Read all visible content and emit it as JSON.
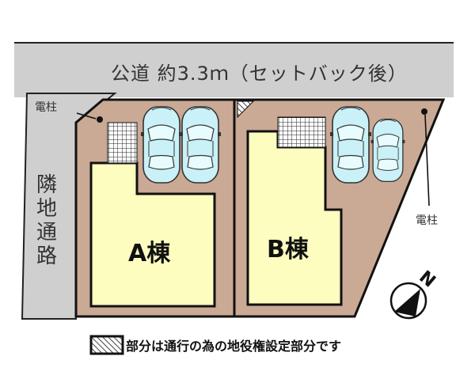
{
  "diagram": {
    "type": "site-plan",
    "road": {
      "label": "公道 約3.3ｍ（セットバック後）",
      "width_m": 3.3
    },
    "side_path": {
      "label_chars": [
        "隣",
        "地",
        "通",
        "路"
      ],
      "label": "隣地通路"
    },
    "utility_poles": [
      {
        "label": "電柱",
        "position": "left-top"
      },
      {
        "label": "電柱",
        "position": "right"
      }
    ],
    "lots": [
      {
        "id": "A",
        "label": "A棟",
        "parking_spaces": 2
      },
      {
        "id": "B",
        "label": "B棟",
        "parking_spaces": 2
      }
    ],
    "legend": {
      "label": "部分は通行の為の地役権設定部分です"
    },
    "compass": {
      "label": "N"
    },
    "colors": {
      "road": "#cfcfcf",
      "lot": "#caa995",
      "building": "#fdfdc0",
      "car": "#c9f1f7",
      "outline": "#111111"
    }
  }
}
